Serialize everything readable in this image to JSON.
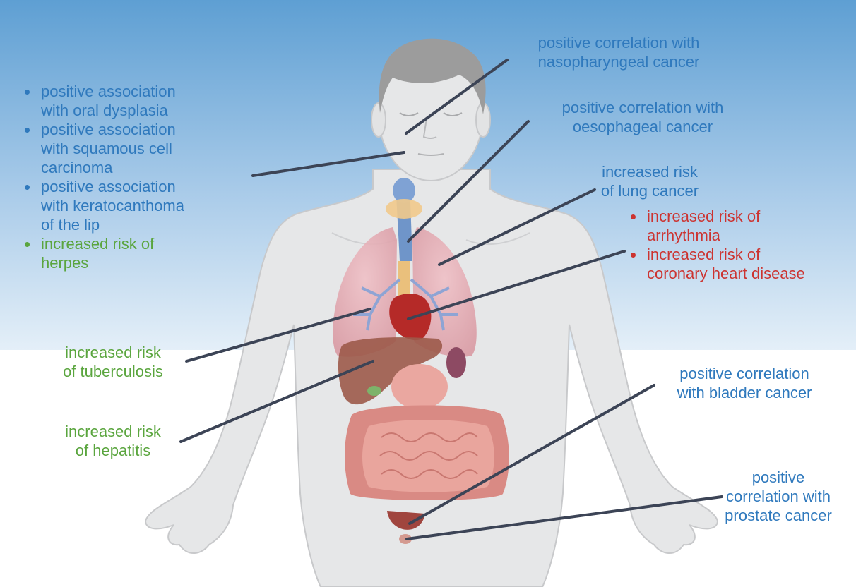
{
  "colors": {
    "sky_top": "#5e9fd3",
    "sky_bottom": "#e4eff8",
    "blue_text": "#2f79bd",
    "green_text": "#5aa53e",
    "red_text": "#cc3330",
    "leader_line": "#3c4456",
    "body_fill": "#e6e7e8",
    "body_stroke": "#c8c9cb"
  },
  "left_list": [
    {
      "text": "positive association with oral dysplasia",
      "lines": [
        "positive association",
        "with oral dysplasia"
      ],
      "color": "blue"
    },
    {
      "text": "positive association with squamous cell carcinoma",
      "lines": [
        "positive association",
        "with squamous cell",
        "carcinoma"
      ],
      "color": "blue"
    },
    {
      "text": "positive association with keratocanthoma of the lip",
      "lines": [
        "positive association",
        "with keratocanthoma",
        "of the lip"
      ],
      "color": "blue"
    },
    {
      "text": "increased risk of herpes",
      "lines": [
        "increased risk of",
        "herpes"
      ],
      "color": "green"
    }
  ],
  "right_list": [
    {
      "text": "increased risk of arrhythmia",
      "lines": [
        "increased risk of",
        "arrhythmia"
      ],
      "color": "red"
    },
    {
      "text": "increased risk of coronary heart disease",
      "lines": [
        "increased risk of",
        "coronary heart disease"
      ],
      "color": "red"
    }
  ],
  "labels": {
    "nasopharyngeal": [
      "positive correlation with",
      "nasopharyngeal cancer"
    ],
    "oesophageal": [
      "positive correlation with",
      "oesophageal cancer"
    ],
    "lung": [
      "increased risk",
      "of lung cancer"
    ],
    "tuberculosis": [
      "increased risk",
      "of tuberculosis"
    ],
    "hepatitis": [
      "increased risk",
      "of hepatitis"
    ],
    "bladder": [
      "positive correlation",
      "with bladder cancer"
    ],
    "prostate": [
      "positive",
      "correlation with",
      "prostate cancer"
    ]
  }
}
